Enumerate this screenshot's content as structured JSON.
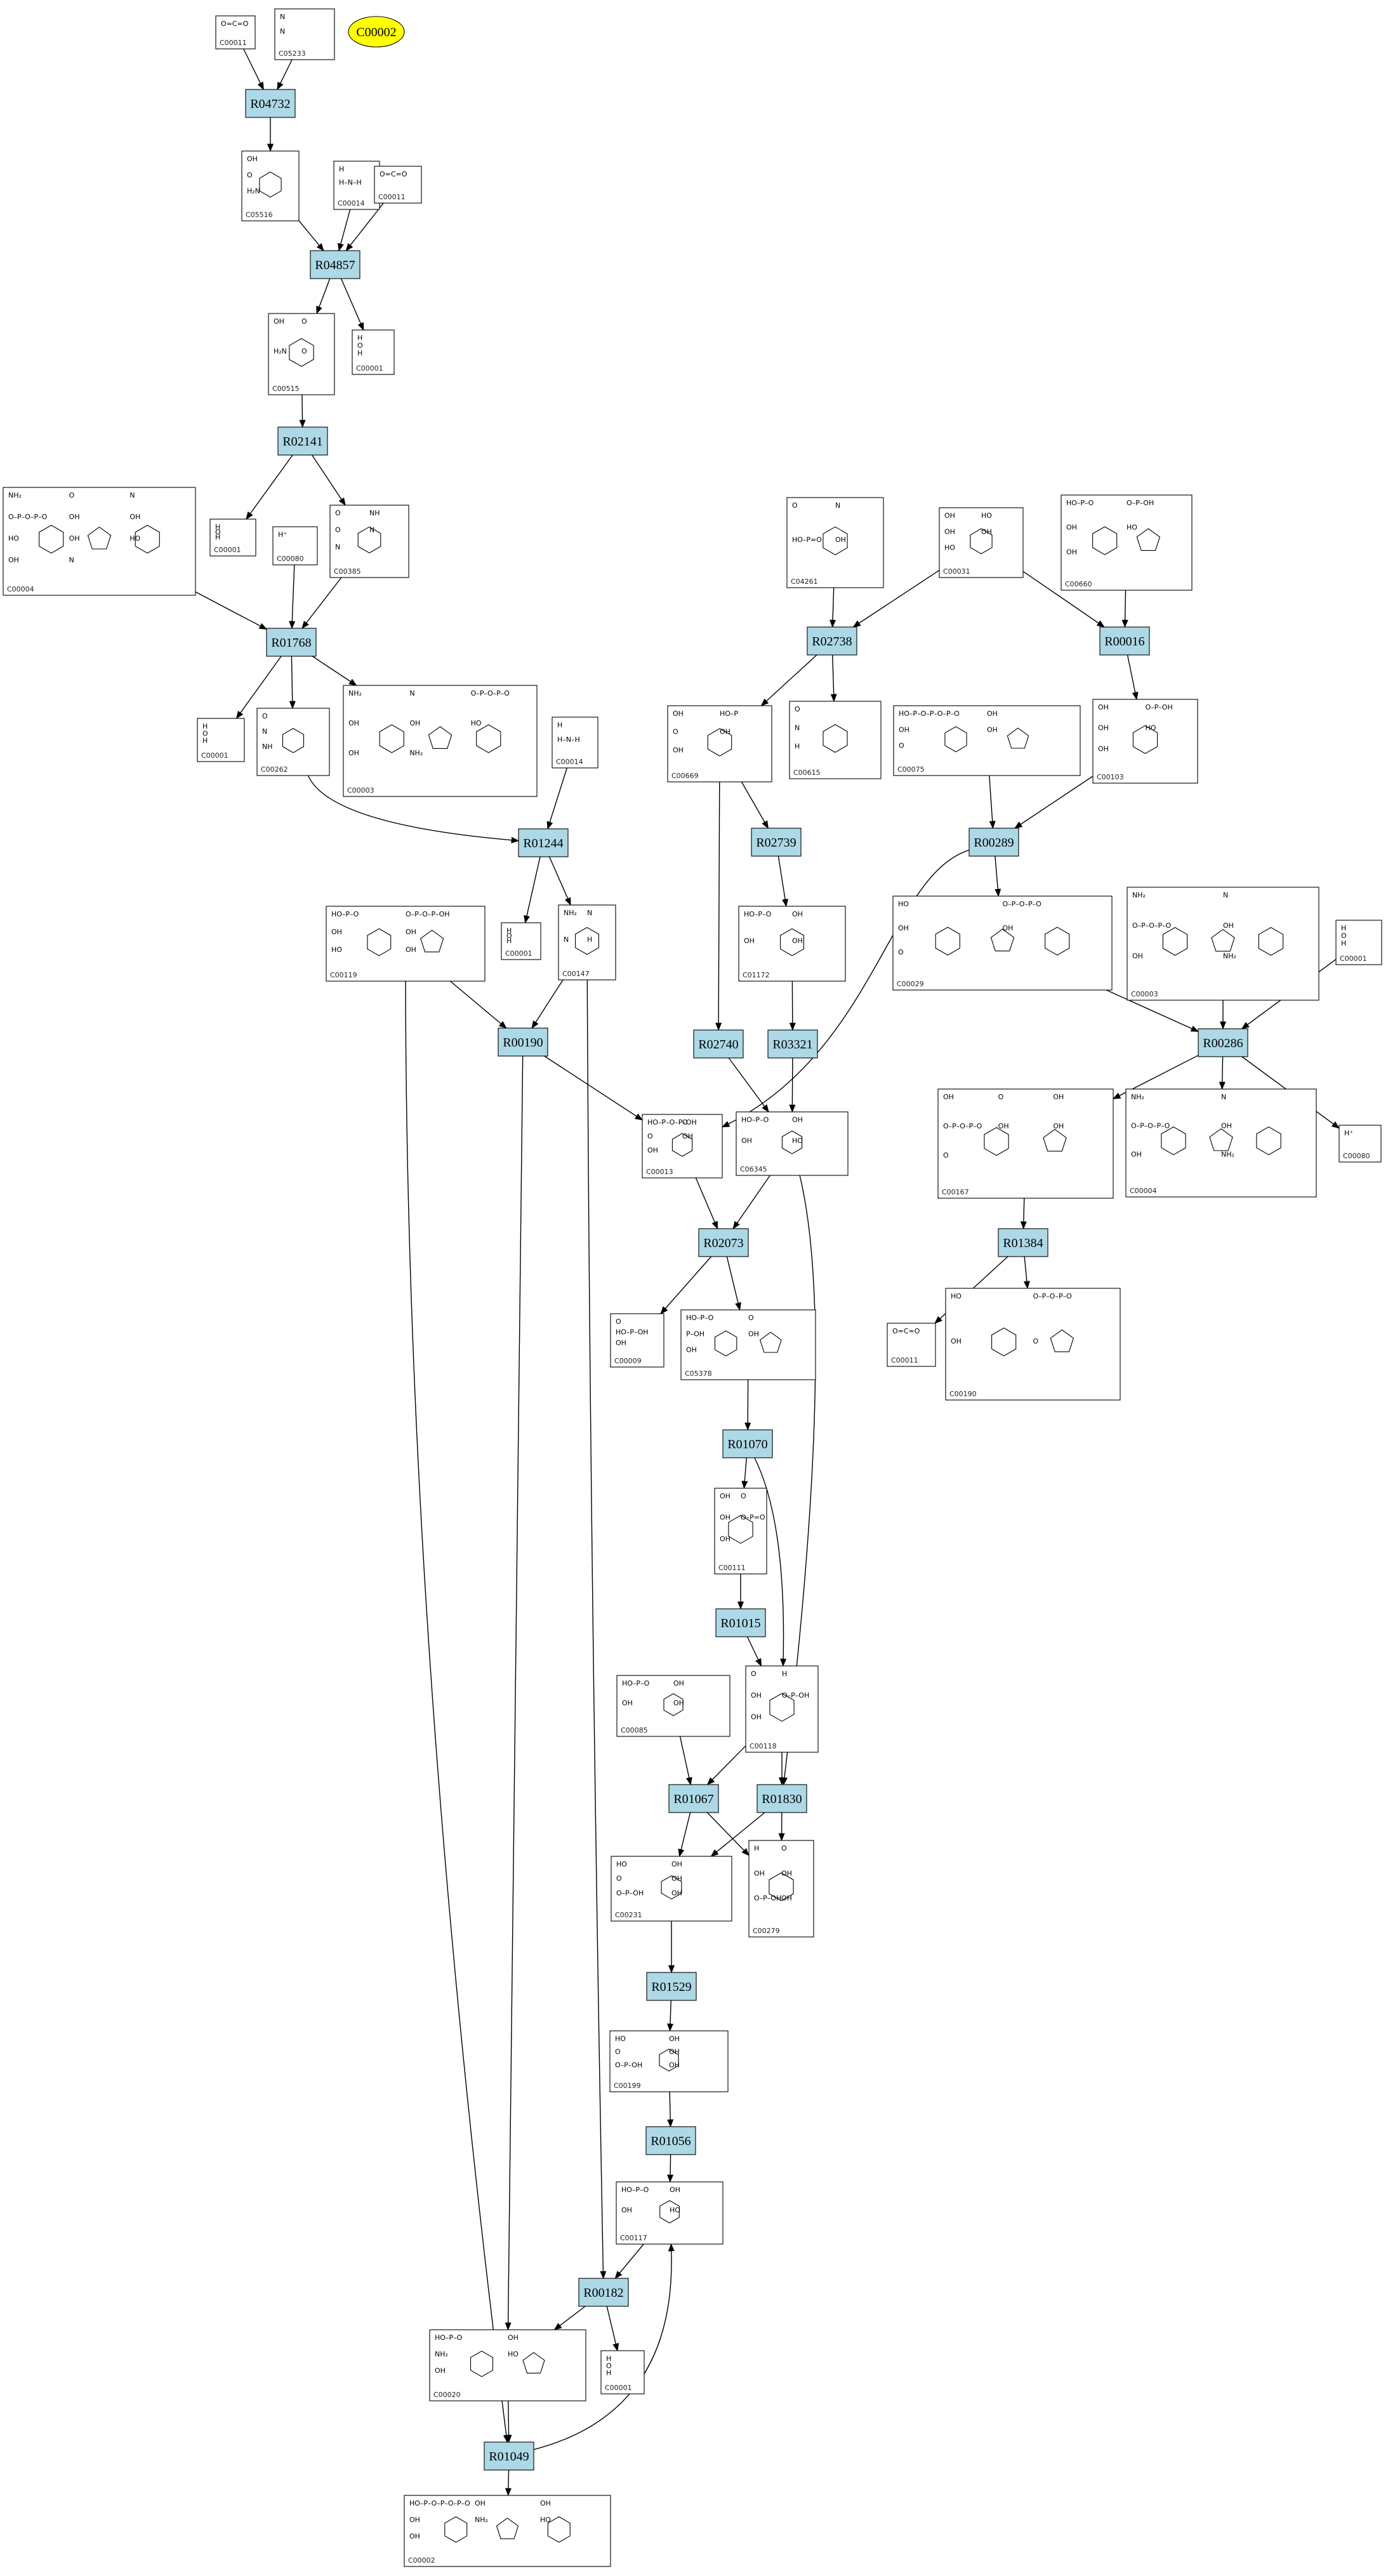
{
  "highlight": {
    "id": "C00002",
    "color": "#ffff00"
  },
  "colors": {
    "reaction_fill": "#add8e6",
    "edge": "#000000",
    "box_stroke": "#000000"
  },
  "reactions": [
    {
      "id": "R04732",
      "label": "R04732"
    },
    {
      "id": "R04857",
      "label": "R04857"
    },
    {
      "id": "R02141",
      "label": "R02141"
    },
    {
      "id": "R01768",
      "label": "R01768"
    },
    {
      "id": "R01244",
      "label": "R01244"
    },
    {
      "id": "R00190",
      "label": "R00190"
    },
    {
      "id": "R02738",
      "label": "R02738"
    },
    {
      "id": "R00016",
      "label": "R00016"
    },
    {
      "id": "R02739",
      "label": "R02739"
    },
    {
      "id": "R00289",
      "label": "R00289"
    },
    {
      "id": "R02740",
      "label": "R02740"
    },
    {
      "id": "R03321",
      "label": "R03321"
    },
    {
      "id": "R00286",
      "label": "R00286"
    },
    {
      "id": "R02073",
      "label": "R02073"
    },
    {
      "id": "R01384",
      "label": "R01384"
    },
    {
      "id": "R01070",
      "label": "R01070"
    },
    {
      "id": "R01015",
      "label": "R01015"
    },
    {
      "id": "R01067",
      "label": "R01067"
    },
    {
      "id": "R01830",
      "label": "R01830"
    },
    {
      "id": "R01529",
      "label": "R01529"
    },
    {
      "id": "R01056",
      "label": "R01056"
    },
    {
      "id": "R00182",
      "label": "R00182"
    },
    {
      "id": "R01049",
      "label": "R01049"
    }
  ],
  "compounds": [
    {
      "key": "c1",
      "id": "C00011",
      "atoms": [
        "O=C=O"
      ]
    },
    {
      "key": "c2",
      "id": "C05233",
      "atoms": [
        "N",
        "N"
      ]
    },
    {
      "key": "c3",
      "id": "C05516",
      "atoms": [
        "OH",
        "O",
        "H₂N"
      ]
    },
    {
      "key": "c4",
      "id": "C00014",
      "atoms": [
        "H",
        "H–N–H"
      ]
    },
    {
      "key": "c5",
      "id": "C00011",
      "atoms": [
        "O=C=O"
      ]
    },
    {
      "key": "c6",
      "id": "C00515",
      "atoms": [
        "OH",
        "O",
        "H₂N",
        "O"
      ]
    },
    {
      "key": "c7",
      "id": "C00001",
      "atoms": [
        "H",
        "O",
        "H"
      ]
    },
    {
      "key": "c8",
      "id": "C00004",
      "atoms": [
        "NH₂",
        "O",
        "N",
        "O–P–O–P–O",
        "OH",
        "OH",
        "HO",
        "OH",
        "HO",
        "OH",
        "N"
      ]
    },
    {
      "key": "c9",
      "id": "C00001",
      "atoms": [
        "H",
        "O",
        "H"
      ]
    },
    {
      "key": "c10",
      "id": "C00080",
      "atoms": [
        "H⁺"
      ]
    },
    {
      "key": "c11",
      "id": "C00385",
      "atoms": [
        "O",
        "NH",
        "O",
        "N",
        "N"
      ]
    },
    {
      "key": "c12",
      "id": "C00001",
      "atoms": [
        "H",
        "O",
        "H"
      ]
    },
    {
      "key": "c13",
      "id": "C00262",
      "atoms": [
        "O",
        "N",
        "NH"
      ]
    },
    {
      "key": "c14",
      "id": "C00003",
      "atoms": [
        "NH₂",
        "N",
        "O–P–O–P–O",
        "OH",
        "OH",
        "HO",
        "OH",
        "NH₂"
      ]
    },
    {
      "key": "c15",
      "id": "C00014",
      "atoms": [
        "H",
        "H–N–H"
      ]
    },
    {
      "key": "c16",
      "id": "C04261",
      "atoms": [
        "O",
        "N",
        "HO–P=O",
        "OH"
      ]
    },
    {
      "key": "c17",
      "id": "C00031",
      "atoms": [
        "OH",
        "HO",
        "OH",
        "OH",
        "HO"
      ]
    },
    {
      "key": "c18",
      "id": "C00660",
      "atoms": [
        "HO–P–O",
        "O–P–OH",
        "OH",
        "HO",
        "OH"
      ]
    },
    {
      "key": "c19",
      "id": "C00669",
      "atoms": [
        "OH",
        "HO–P",
        "O",
        "OH",
        "OH"
      ]
    },
    {
      "key": "c20",
      "id": "C00615",
      "atoms": [
        "O",
        "N",
        "H"
      ]
    },
    {
      "key": "c21",
      "id": "C00075",
      "atoms": [
        "HO–P–O–P–O–P–O",
        "OH",
        "OH",
        "OH",
        "O"
      ]
    },
    {
      "key": "c22",
      "id": "C00103",
      "atoms": [
        "OH",
        "O–P–OH",
        "OH",
        "HO",
        "OH"
      ]
    },
    {
      "key": "c23",
      "id": "C00119",
      "atoms": [
        "HO–P–O",
        "O–P–O–P–OH",
        "OH",
        "OH",
        "HO",
        "OH"
      ]
    },
    {
      "key": "c24",
      "id": "C00001",
      "atoms": [
        "H",
        "O",
        "H"
      ]
    },
    {
      "key": "c25",
      "id": "C00147",
      "atoms": [
        "NH₂",
        "N",
        "N",
        "H"
      ]
    },
    {
      "key": "c26",
      "id": "C01172",
      "atoms": [
        "HO–P–O",
        "OH",
        "OH",
        "OH"
      ]
    },
    {
      "key": "c27",
      "id": "C00029",
      "atoms": [
        "HO",
        "O–P–O–P–O",
        "OH",
        "OH",
        "O"
      ]
    },
    {
      "key": "c28",
      "id": "C00003",
      "atoms": [
        "NH₂",
        "N",
        "O–P–O–P–O",
        "OH",
        "OH",
        "NH₂"
      ]
    },
    {
      "key": "c29",
      "id": "C00001",
      "atoms": [
        "H",
        "O",
        "H"
      ]
    },
    {
      "key": "c30",
      "id": "C00013",
      "atoms": [
        "HO–P–O–P–OH",
        "O",
        "O",
        "OH",
        "OH"
      ]
    },
    {
      "key": "c31",
      "id": "C06345",
      "atoms": [
        "HO–P–O",
        "OH",
        "OH",
        "HO"
      ]
    },
    {
      "key": "c32",
      "id": "C00167",
      "atoms": [
        "OH",
        "O",
        "OH",
        "O–P–O–P–O",
        "OH",
        "OH",
        "O"
      ]
    },
    {
      "key": "c33",
      "id": "C00004",
      "atoms": [
        "NH₂",
        "N",
        "O–P–O–P–O",
        "OH",
        "OH",
        "NH₂"
      ]
    },
    {
      "key": "c34",
      "id": "C00080",
      "atoms": [
        "H⁺"
      ]
    },
    {
      "key": "c35",
      "id": "C00009",
      "atoms": [
        "O",
        "HO–P–OH",
        "OH"
      ]
    },
    {
      "key": "c36",
      "id": "C05378",
      "atoms": [
        "HO–P–O",
        "O",
        "P–OH",
        "OH",
        "OH"
      ]
    },
    {
      "key": "c37",
      "id": "C00011",
      "atoms": [
        "O=C=O"
      ]
    },
    {
      "key": "c38",
      "id": "C00190",
      "atoms": [
        "HO",
        "O–P–O–P–O",
        "OH",
        "O"
      ]
    },
    {
      "key": "c39",
      "id": "C00111",
      "atoms": [
        "OH",
        "O",
        "OH",
        "O–P=O",
        "OH"
      ]
    },
    {
      "key": "c40",
      "id": "C00085",
      "atoms": [
        "HO–P–O",
        "OH",
        "OH",
        "OH"
      ]
    },
    {
      "key": "c41",
      "id": "C00118",
      "atoms": [
        "O",
        "H",
        "OH",
        "O–P–OH",
        "OH"
      ]
    },
    {
      "key": "c42",
      "id": "C00231",
      "atoms": [
        "HO",
        "OH",
        "O",
        "OH",
        "O–P–OH",
        "OH"
      ]
    },
    {
      "key": "c43",
      "id": "C00279",
      "atoms": [
        "H",
        "O",
        "OH",
        "OH",
        "O–P–OH",
        "OH"
      ]
    },
    {
      "key": "c44",
      "id": "C00199",
      "atoms": [
        "HO",
        "OH",
        "O",
        "OH",
        "O–P–OH",
        "OH"
      ]
    },
    {
      "key": "c45",
      "id": "C00117",
      "atoms": [
        "HO–P–O",
        "OH",
        "OH",
        "HO"
      ]
    },
    {
      "key": "c46",
      "id": "C00020",
      "atoms": [
        "HO–P–O",
        "OH",
        "NH₂",
        "HO",
        "OH"
      ]
    },
    {
      "key": "c47",
      "id": "C00001",
      "atoms": [
        "H",
        "O",
        "H"
      ]
    },
    {
      "key": "c48",
      "id": "C00002",
      "atoms": [
        "HO–P–O–P–O–P–O",
        "OH",
        "OH",
        "OH",
        "NH₂",
        "HO",
        "OH"
      ]
    }
  ]
}
